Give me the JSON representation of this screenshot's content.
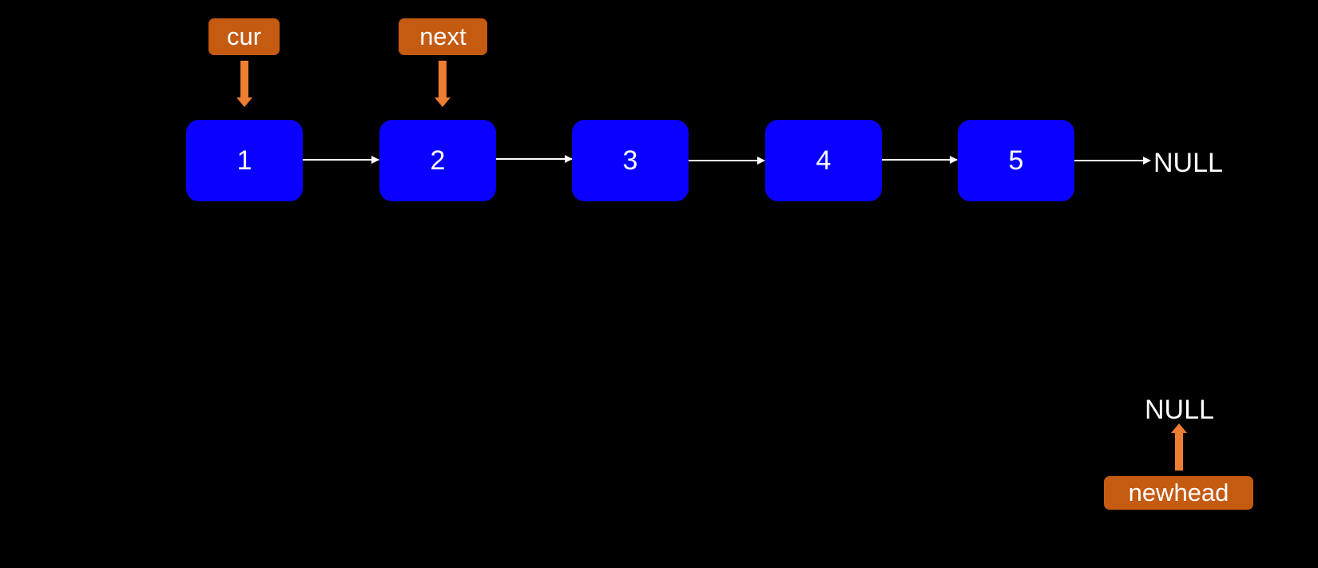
{
  "nodes": [
    {
      "id": "1",
      "label": "1"
    },
    {
      "id": "2",
      "label": "2"
    },
    {
      "id": "3",
      "label": "3"
    },
    {
      "id": "4",
      "label": "4"
    },
    {
      "id": "5",
      "label": "5"
    }
  ],
  "list_end": {
    "label": "NULL"
  },
  "pointers": {
    "cur": {
      "label": "cur",
      "target": "1"
    },
    "next": {
      "label": "next",
      "target": "2"
    },
    "newhead": {
      "label": "newhead",
      "target": "NULL"
    }
  },
  "newhead_target": {
    "label": "NULL"
  },
  "colors": {
    "background": "#000000",
    "node_fill": "#0A00FF",
    "pointer_fill": "#C55A11",
    "pointer_arrow": "#ED7D31",
    "link": "#FFFFFF",
    "text": "#FFFFFF"
  }
}
